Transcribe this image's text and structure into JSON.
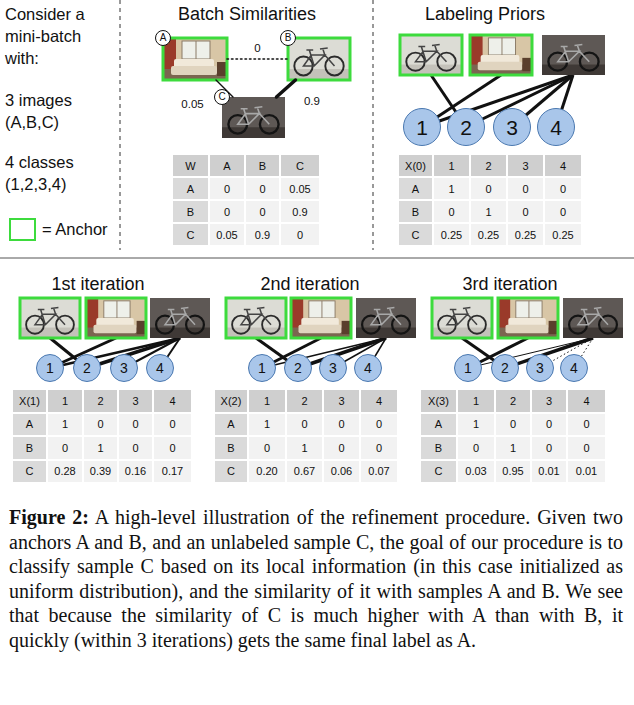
{
  "diagram": {
    "caption": "Figure 2: A high-level illustration of the refinement procedure. Given two anchors A and B, and an unlabeled sample C, the goal of our procedure is to classify sample C based on its local information (in this case initialized as uniform distribution), and the similarity of it with samples A and B. We see that because the similarity of C is much higher with A than with B, it quickly (within 3 iterations) gets the same final label as A.",
    "nodes": [
      {
        "text": [
          "A"
        ]
      },
      {
        "text": [
          "B"
        ]
      },
      {
        "text": [
          "C"
        ]
      },
      {
        "text": [
          "1"
        ]
      },
      {
        "text": [
          "2"
        ]
      },
      {
        "text": [
          "3"
        ]
      },
      {
        "text": [
          "4"
        ]
      },
      {
        "text": [
          "1"
        ]
      },
      {
        "text": [
          "2"
        ]
      },
      {
        "text": [
          "3"
        ]
      },
      {
        "text": [
          "4"
        ]
      },
      {
        "text": [
          "1"
        ]
      },
      {
        "text": [
          "2"
        ]
      },
      {
        "text": [
          "3"
        ]
      },
      {
        "text": [
          "4"
        ]
      },
      {
        "text": [
          "1"
        ]
      },
      {
        "text": [
          "2"
        ]
      },
      {
        "text": [
          "3"
        ]
      },
      {
        "text": [
          "4"
        ]
      }
    ],
    "edges": [
      {
        "from": 0,
        "to": 1,
        "arrow": "none",
        "label": "0"
      },
      {
        "from": 0,
        "to": 2,
        "arrow": "none",
        "label": "0.05"
      },
      {
        "from": 1,
        "to": 2,
        "arrow": "none",
        "label": "0.9"
      }
    ],
    "labels": [
      "Consider a mini-batch with:",
      "3 images (A,B,C)",
      "4 classes (1,2,3,4)",
      "Batch Similarities",
      "Labeling Priors",
      "W",
      "A",
      "B",
      "C",
      "A",
      "0",
      "0",
      "0.05",
      "B",
      "0",
      "0",
      "0.9",
      "C",
      "0.05",
      "0.9",
      "0",
      "X(0)",
      "1",
      "2",
      "3",
      "4",
      "A",
      "1",
      "0",
      "0",
      "0",
      "B",
      "0",
      "1",
      "0",
      "0",
      "C",
      "0.25",
      "0.25",
      "0.25",
      "0.25",
      "1st iteration",
      "X(1)",
      "1",
      "2",
      "3",
      "4",
      "A",
      "1",
      "0",
      "0",
      "0",
      "B",
      "0",
      "1",
      "0",
      "0",
      "C",
      "0.28",
      "0.39",
      "0.16",
      "0.17",
      "2nd iteration",
      "X(2)",
      "1",
      "2",
      "3",
      "4",
      "A",
      "1",
      "0",
      "0",
      "0",
      "B",
      "0",
      "1",
      "0",
      "0",
      "C",
      "0.20",
      "0.67",
      "0.06",
      "0.07",
      "3rd iteration",
      "X(3)",
      "1",
      "2",
      "3",
      "4",
      "A",
      "1",
      "0",
      "0",
      "0",
      "B",
      "0",
      "1",
      "0",
      "0",
      "C",
      "0.03",
      "0.95",
      "0.01",
      "0.01"
    ],
    "legend": [
      {
        "text": "= Anchor",
        "color": "#3ddb3d"
      }
    ]
  }
}
